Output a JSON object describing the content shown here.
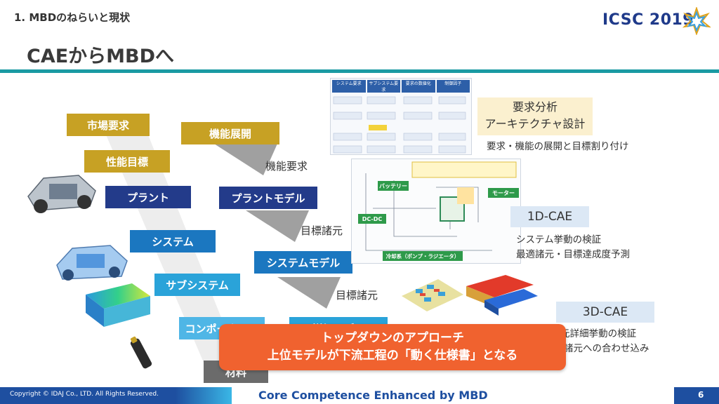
{
  "header": {
    "section": "1. MBDのねらいと現状",
    "title": "CAEからMBDへ",
    "logo_text": "ICSC 2019",
    "logo_icon": "starburst-logo-icon"
  },
  "hierarchy": {
    "left": [
      "市場要求",
      "性能目標",
      "プラント",
      "システム",
      "サブシステム",
      "コンポーネント",
      "材料"
    ],
    "right": [
      "機能展開",
      "プラントモデル",
      "システムモデル",
      "詳細モデル"
    ],
    "arrow_labels": [
      "機能要求",
      "目標諸元",
      "目標諸元"
    ]
  },
  "side_notes": {
    "req_title_line1": "要求分析",
    "req_title_line2": "アーキテクチャ設計",
    "req_desc": "要求・機能の展開と目標割り付け",
    "cae1d_title": "1D-CAE",
    "cae1d_desc_line1": "システム挙動の検証",
    "cae1d_desc_line2": "最適諸元・目標達成度予測",
    "cae3d_title": "3D-CAE",
    "cae3d_desc_line1": "3次元詳細挙動の検証",
    "cae3d_desc_line2": "最適諸元への合わせ込み"
  },
  "diagram_labels": {
    "battery": "バッテリー",
    "motor": "モーター",
    "dcdc": "DC-DC",
    "cooling": "冷却系（ポンプ・ラジエータ）",
    "table_headers": [
      "システム要求",
      "サブシステム要求",
      "要求の数値化",
      "制御因子"
    ]
  },
  "callout": {
    "line1": "トップダウンのアプローチ",
    "line2": "上位モデルが下流工程の「動く仕様書」となる"
  },
  "footer": {
    "copyright": "Copyright © IDAJ Co., LTD. All Rights Reserved.",
    "tagline": "Core Competence Enhanced by MBD",
    "page": "6"
  },
  "colors": {
    "accent": "#1a9aa3",
    "gold": "#c7a124",
    "navy": "#233b8a",
    "blue": "#1b77c0",
    "sky": "#2aa3d9",
    "callout": "#f0622f"
  }
}
